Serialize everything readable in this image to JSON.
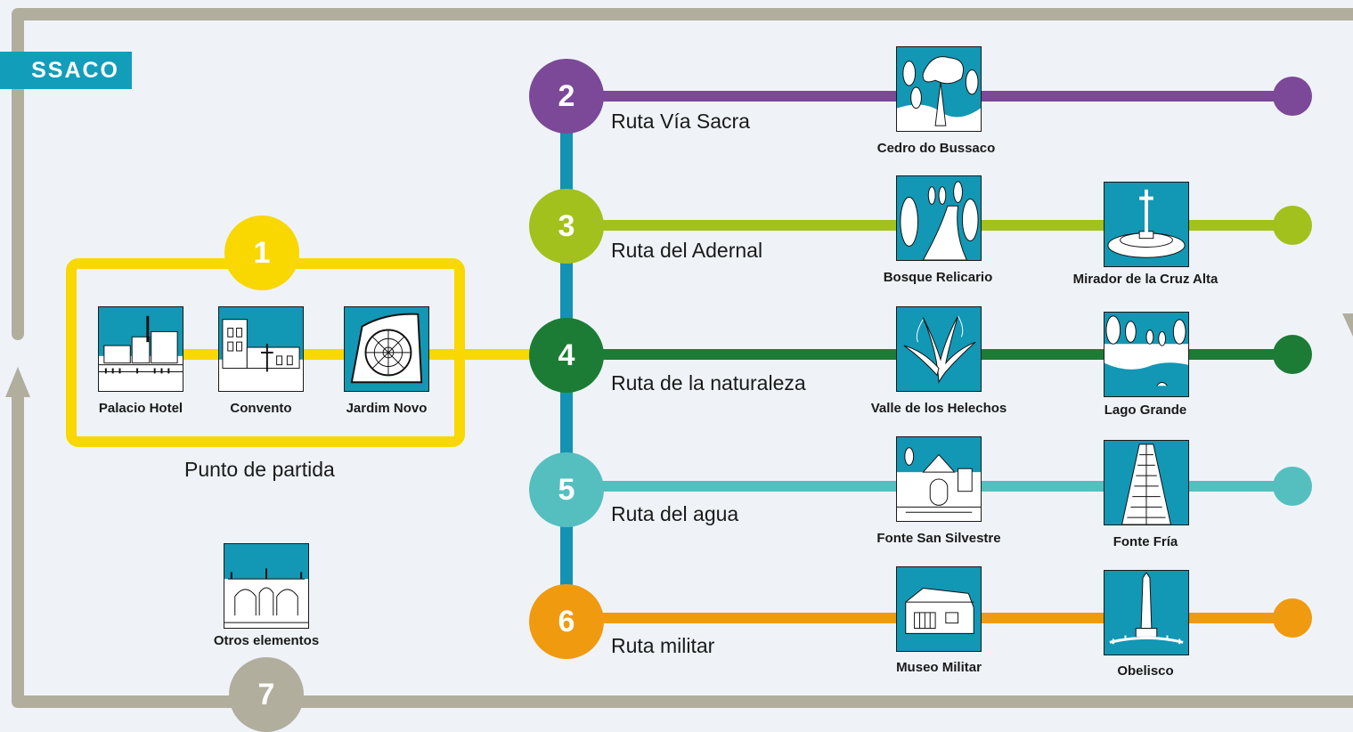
{
  "title": "SSACO",
  "colors": {
    "frame": "#b2ae9e",
    "trunk": "#1492b2",
    "poi_bg": "#1297b4",
    "route1": "#f9d700",
    "route2": "#7b4997",
    "route3": "#a2c11d",
    "route4": "#1c7c35",
    "route5": "#55bfc0",
    "route6": "#f09a0f",
    "route7": "#b2ae9e"
  },
  "start_box": {
    "number": "1",
    "label": "Punto de partida",
    "pois": [
      {
        "name": "Palacio Hotel",
        "icon": "palace-hotel-icon"
      },
      {
        "name": "Convento",
        "icon": "convent-icon"
      },
      {
        "name": "Jardim Novo",
        "icon": "garden-icon"
      }
    ]
  },
  "routes": [
    {
      "number": "2",
      "name": "Ruta Vía Sacra",
      "pois": [
        {
          "name": "Cedro do Bussaco",
          "icon": "cedar-tree-icon"
        }
      ]
    },
    {
      "number": "3",
      "name": "Ruta del Adernal",
      "pois": [
        {
          "name": "Bosque Relicario",
          "icon": "forest-path-icon"
        },
        {
          "name": "Mirador de la Cruz Alta",
          "icon": "high-cross-icon"
        }
      ]
    },
    {
      "number": "4",
      "name": "Ruta de la naturaleza",
      "pois": [
        {
          "name": "Valle de los Helechos",
          "icon": "fern-icon"
        },
        {
          "name": "Lago Grande",
          "icon": "lake-icon"
        }
      ]
    },
    {
      "number": "5",
      "name": "Ruta del agua",
      "pois": [
        {
          "name": "Fonte San Silvestre",
          "icon": "fountain-chapel-icon"
        },
        {
          "name": "Fonte Fría",
          "icon": "cold-fountain-icon"
        }
      ]
    },
    {
      "number": "6",
      "name": "Ruta militar",
      "pois": [
        {
          "name": "Museo Militar",
          "icon": "museum-icon"
        },
        {
          "name": "Obelisco",
          "icon": "obelisk-icon"
        }
      ]
    }
  ],
  "other": {
    "number": "7",
    "name": "Otros elementos",
    "icon": "gate-icon"
  }
}
